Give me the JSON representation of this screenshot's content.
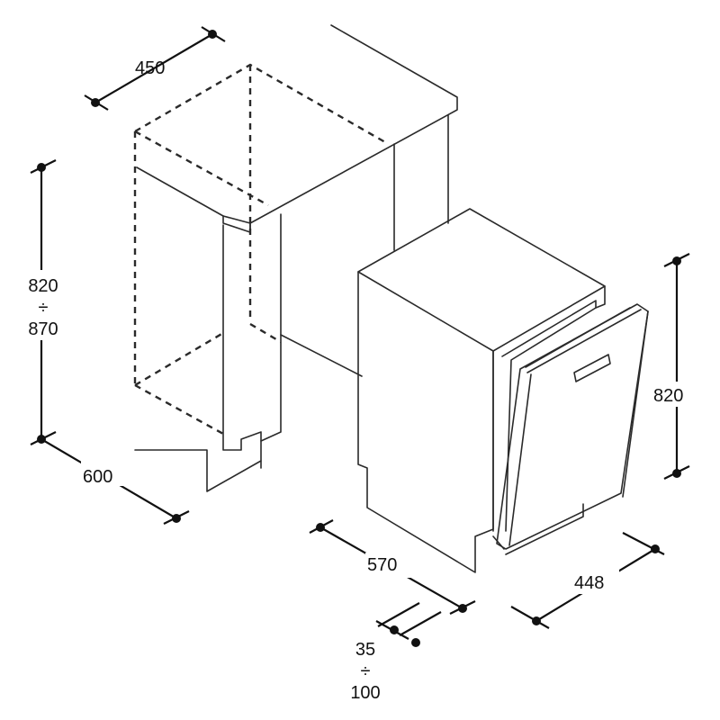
{
  "dimensions": {
    "niche_width": "450",
    "niche_height": [
      "820",
      "÷",
      "870"
    ],
    "niche_depth": "600",
    "appliance_height": "820",
    "appliance_depth": "570",
    "appliance_width": "448",
    "plinth_height": [
      "35",
      "÷",
      "100"
    ]
  }
}
